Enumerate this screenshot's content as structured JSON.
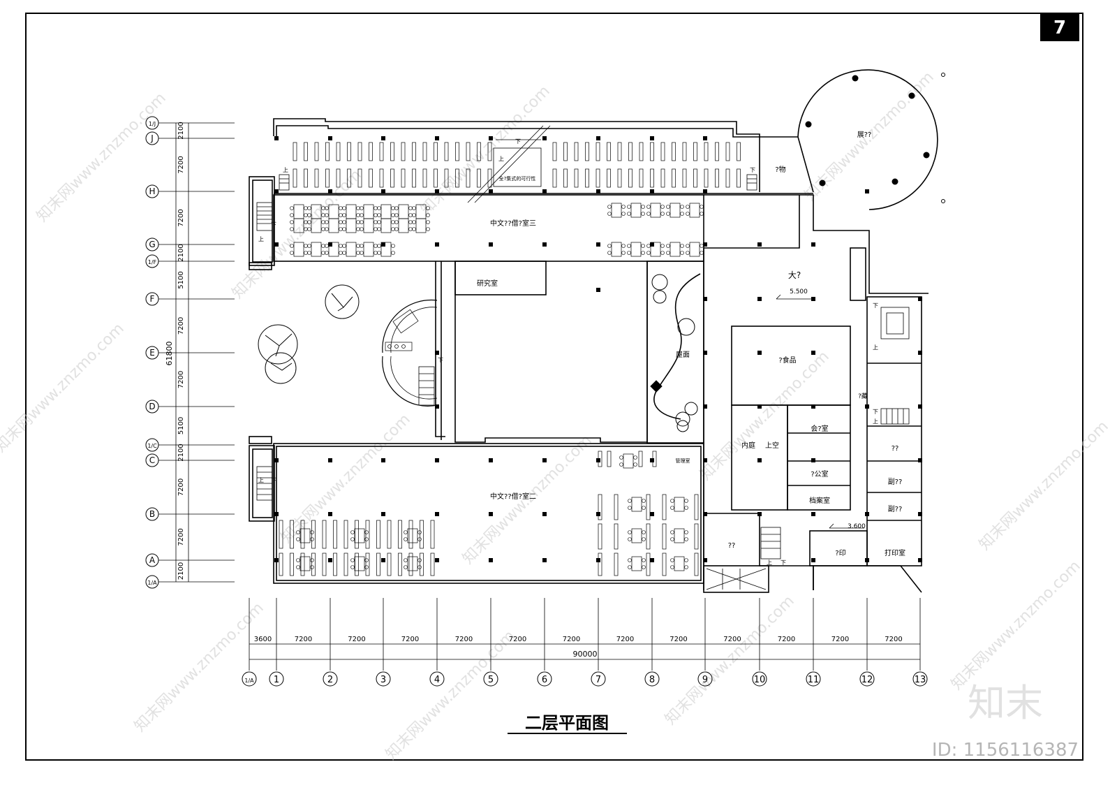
{
  "sheet_number": "7",
  "title": "二层平面图",
  "watermark": {
    "url": "www.znzmo.com",
    "site_cn": "知末网",
    "logo": "知末",
    "id_text": "ID: 1156116387"
  },
  "column_axes": [
    {
      "label": "1/A",
      "x_dim": ""
    },
    {
      "label": "1",
      "x_dim": "3600"
    },
    {
      "label": "2",
      "x_dim": "7200"
    },
    {
      "label": "3",
      "x_dim": "7200"
    },
    {
      "label": "4",
      "x_dim": "7200"
    },
    {
      "label": "5",
      "x_dim": "7200"
    },
    {
      "label": "6",
      "x_dim": "7200"
    },
    {
      "label": "7",
      "x_dim": "7200"
    },
    {
      "label": "8",
      "x_dim": "7200"
    },
    {
      "label": "9",
      "x_dim": "7200"
    },
    {
      "label": "10",
      "x_dim": "7200"
    },
    {
      "label": "11",
      "x_dim": "7200"
    },
    {
      "label": "12",
      "x_dim": "7200"
    },
    {
      "label": "13",
      "x_dim": "7200"
    }
  ],
  "total_width_dim": "90000",
  "row_axes": [
    {
      "label": "1/J",
      "dim": "2100"
    },
    {
      "label": "J",
      "dim": "7200"
    },
    {
      "label": "H",
      "dim": "7200"
    },
    {
      "label": "G",
      "dim": "2100"
    },
    {
      "label": "1/F",
      "dim": "5100"
    },
    {
      "label": "F",
      "dim": "7200"
    },
    {
      "label": "E",
      "dim": "7200"
    },
    {
      "label": "D",
      "dim": "5100"
    },
    {
      "label": "1/C",
      "dim": "2100"
    },
    {
      "label": "C",
      "dim": "7200"
    },
    {
      "label": "B",
      "dim": "7200"
    },
    {
      "label": "A",
      "dim": "2100"
    },
    {
      "label": "1/A",
      "dim": ""
    }
  ],
  "total_height_dim": "61800",
  "rooms": {
    "reading_room_3": "中文??借?室三",
    "reading_room_2": "中文??借?室二",
    "research_room": "研究室",
    "exhibition": "展??",
    "storage": "?物",
    "lobby": "大?",
    "lobby_level": "5.500",
    "food": "?食品",
    "roof": "屋面",
    "management": "管理室",
    "courtyard": "内庭",
    "upper_space": "上空",
    "meeting": "会?室",
    "office": "?公室",
    "archive": "档案室",
    "print_shop": "?印",
    "print_room": "打印室",
    "room_a": "??",
    "room_b": "副??",
    "room_c": "副??",
    "room_d": "??",
    "hidden": "?藏",
    "level_3600": "3.600",
    "stair_note": "全?集式的可行性"
  },
  "stair_labels": {
    "up": "上",
    "down": "下"
  }
}
